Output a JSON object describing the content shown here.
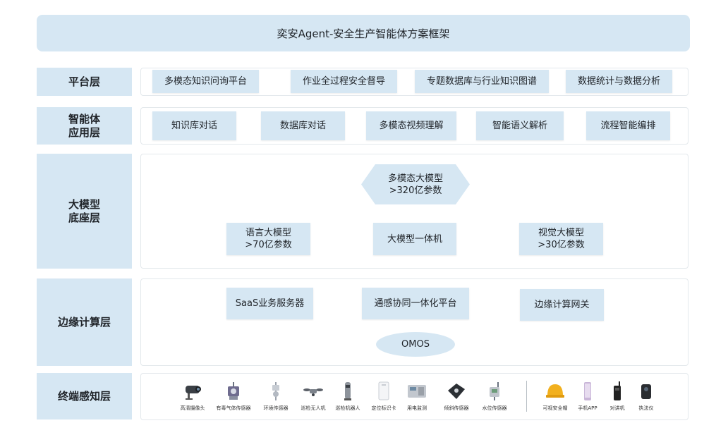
{
  "title": "奕安Agent-安全生产智能体方案框架",
  "layers": {
    "platform": {
      "label": "平台层",
      "items": [
        "多模态知识问询平台",
        "作业全过程安全督导",
        "专题数据库与行业知识图谱",
        "数据统计与数据分析"
      ]
    },
    "agent_app": {
      "label_line1": "智能体",
      "label_line2": "应用层",
      "items": [
        "知识库对话",
        "数据库对话",
        "多模态视频理解",
        "智能语义解析",
        "流程智能编排"
      ]
    },
    "model_base": {
      "label_line1": "大模型",
      "label_line2": "底座层",
      "multimodal": {
        "line1": "多模态大模型",
        "line2": ">320亿参数"
      },
      "language": {
        "line1": "语言大模型",
        "line2": ">70亿参数"
      },
      "appliance": "大模型一体机",
      "vision": {
        "line1": "视觉大模型",
        "line2": ">30亿参数"
      }
    },
    "edge": {
      "label": "边缘计算层",
      "items": [
        "SaaS业务服务器",
        "通感协同一体化平台",
        "边缘计算网关"
      ],
      "omos": "OMOS"
    },
    "terminal": {
      "label": "终端感知层",
      "devices": [
        {
          "name": "高清摄像头",
          "icon": "camera-icon"
        },
        {
          "name": "有毒气体传感器",
          "icon": "gas-sensor-icon"
        },
        {
          "name": "环境传感器",
          "icon": "env-sensor-icon"
        },
        {
          "name": "巡检无人机",
          "icon": "drone-icon"
        },
        {
          "name": "巡检机器人",
          "icon": "robot-icon"
        },
        {
          "name": "定位标识卡",
          "icon": "id-card-icon"
        },
        {
          "name": "用电监测",
          "icon": "power-meter-icon"
        },
        {
          "name": "倾斜传感器",
          "icon": "tilt-sensor-icon"
        },
        {
          "name": "水位传感器",
          "icon": "water-sensor-icon"
        },
        {
          "name": "可视安全帽",
          "icon": "helmet-icon"
        },
        {
          "name": "手机APP",
          "icon": "phone-icon"
        },
        {
          "name": "对讲机",
          "icon": "walkie-talkie-icon"
        },
        {
          "name": "执法仪",
          "icon": "body-cam-icon"
        }
      ]
    }
  }
}
